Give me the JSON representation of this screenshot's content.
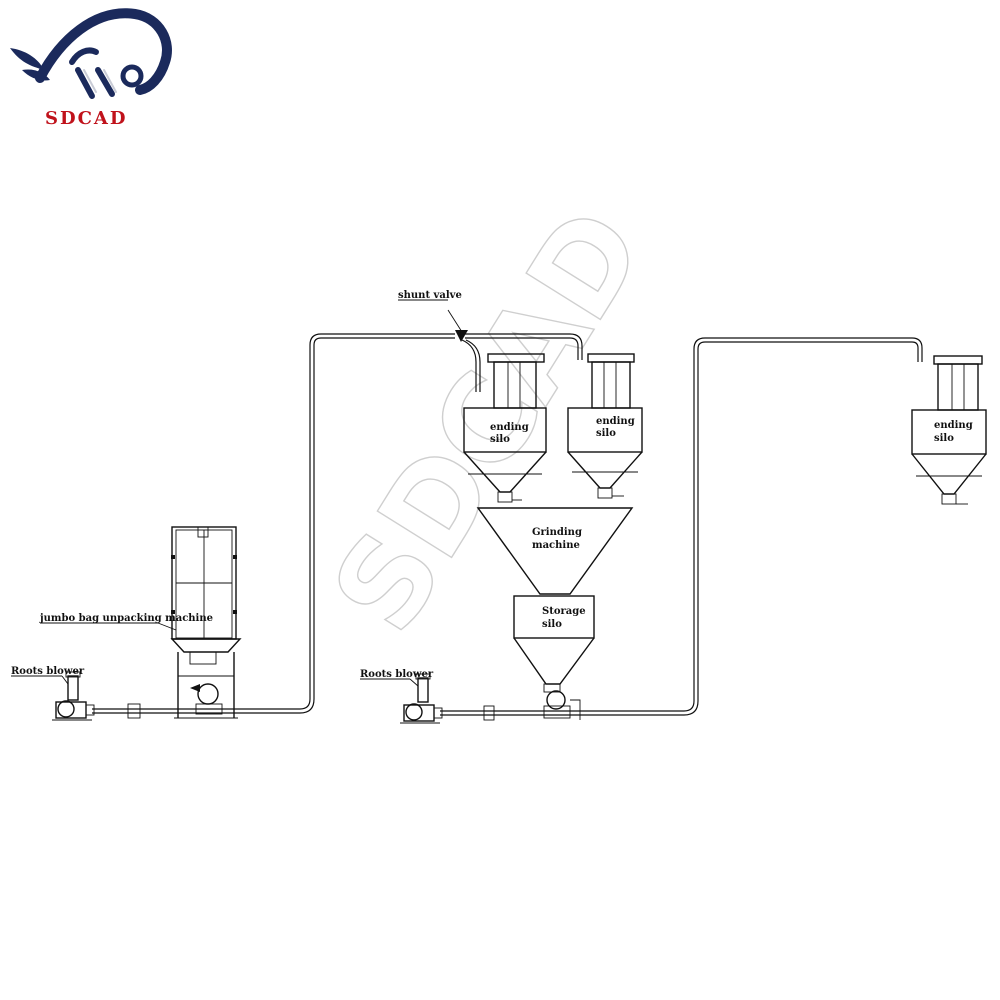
{
  "brand": {
    "name": "SDCAD",
    "logo_icon": "whale-tail-logo-icon",
    "logo_color": "#1b2a5c",
    "text_color": "#c0121b"
  },
  "labels": {
    "shunt_valve": "shunt valve",
    "jumbo_bag": "jumbo bag unpacking machine",
    "roots_blower_1": "Roots blower",
    "roots_blower_2": "Roots blower",
    "ending_silo_1": [
      "ending",
      "silo"
    ],
    "ending_silo_2": [
      "ending",
      "silo"
    ],
    "ending_silo_3": [
      "ending",
      "silo"
    ],
    "grinding_machine": [
      "Grinding",
      "machine"
    ],
    "storage_silo": [
      "Storage",
      "silo"
    ]
  },
  "watermark": "SDCAD"
}
